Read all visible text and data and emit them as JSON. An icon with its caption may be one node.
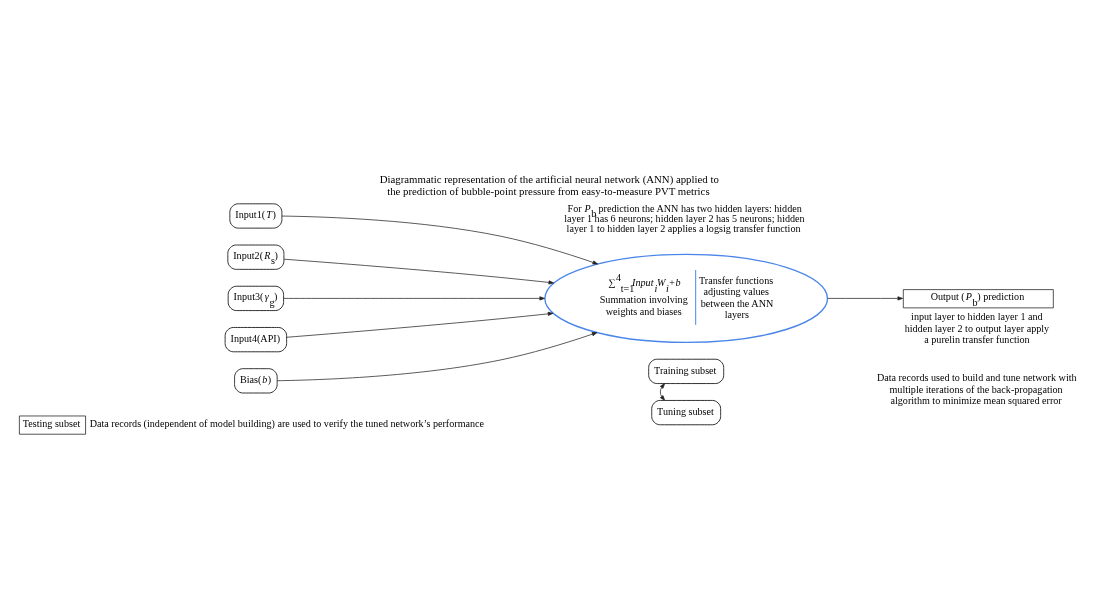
{
  "diagram": {
    "title": "Diagrammatic representation of the artificial neural network (ANN) applied to the prediction of bubble-point pressure from easy-to-measure PVT metrics",
    "nodes": [
      {
        "text": [
          "Input1(*T*)"
        ]
      },
      {
        "text": [
          "Input2(*R*$_{s}$)"
        ]
      },
      {
        "text": [
          "Input3(*γ*$_{g}$)"
        ]
      },
      {
        "text": [
          "Input4(API)"
        ]
      },
      {
        "text": [
          "Bias(*b*)"
        ]
      },
      {
        "text": [
          "∑$^{4}$$_{t=1}$*Input$_{i}$W$_{i}$+b*",
          "Summation involving weights and biases",
          "Transfer functions adjusting values between the ANN layers"
        ]
      },
      {
        "text": [
          "Output (*P*$_{b}$) prediction"
        ],
        "beside": [
          "input layer to hidden layer 1 and hidden layer 2 to output layer apply a purelin transfer function"
        ]
      },
      {
        "text": [
          "Training subset"
        ]
      },
      {
        "text": [
          "Tuning subset"
        ]
      },
      {
        "text": [
          "Testing subset"
        ],
        "beside": [
          "Data records (independent of model building) are used to verify the tuned network’s performance"
        ]
      }
    ],
    "edges": [
      {
        "from": 0,
        "to": 5,
        "arrow": "to"
      },
      {
        "from": 1,
        "to": 5,
        "arrow": "to"
      },
      {
        "from": 2,
        "to": 5,
        "arrow": "to"
      },
      {
        "from": 3,
        "to": 5,
        "arrow": "to"
      },
      {
        "from": 4,
        "to": 5,
        "arrow": "to"
      },
      {
        "from": 5,
        "to": 6,
        "arrow": "to"
      },
      {
        "from": 7,
        "to": 8,
        "arrow": "both"
      }
    ],
    "labels": [
      "For *P*$_{b}$ prediction the ANN has two hidden layers: hidden layer 1 has 6 neurons; hidden layer 2 has 5 neurons; hidden layer 1 to hidden layer 2 applies a logsig transfer function",
      "Data records used to build and tune network with multiple iterations of the back-propagation algorithm to minimize mean squared error"
    ]
  }
}
